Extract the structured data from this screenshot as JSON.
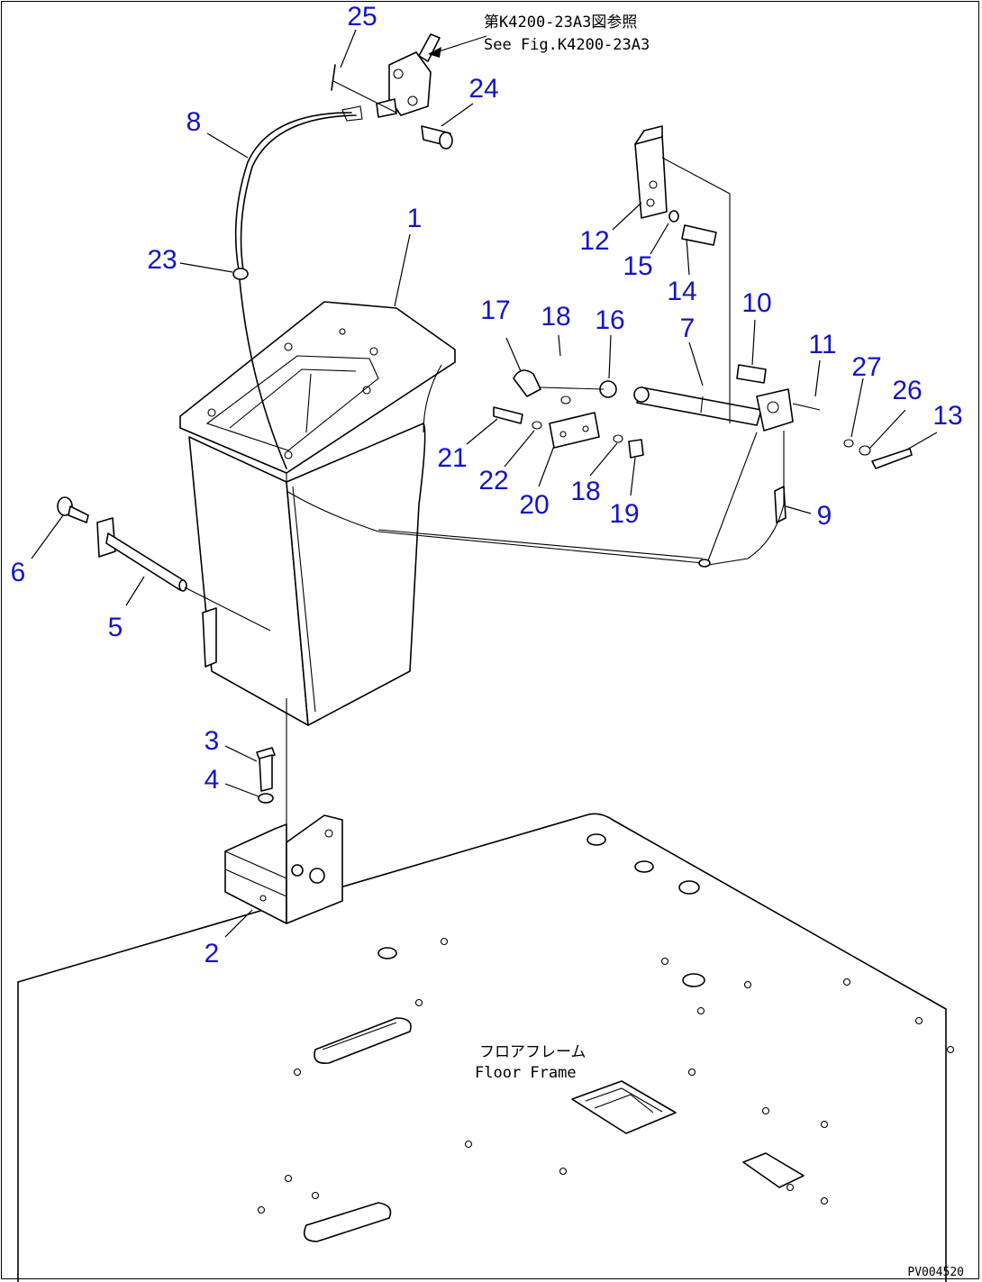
{
  "diagram": {
    "reference_note": {
      "line1": "第K4200-23A3図参照",
      "line2": "See Fig.K4200-23A3"
    },
    "floor_label": {
      "line1": "フロアフレーム",
      "line2": "Floor Frame"
    },
    "drawing_code": "PV004520",
    "callouts": [
      {
        "id": "c25",
        "label": "25"
      },
      {
        "id": "c24",
        "label": "24"
      },
      {
        "id": "c8",
        "label": "8"
      },
      {
        "id": "c23",
        "label": "23"
      },
      {
        "id": "c1",
        "label": "1"
      },
      {
        "id": "c12",
        "label": "12"
      },
      {
        "id": "c15",
        "label": "15"
      },
      {
        "id": "c14",
        "label": "14"
      },
      {
        "id": "c17",
        "label": "17"
      },
      {
        "id": "c18a",
        "label": "18"
      },
      {
        "id": "c16",
        "label": "16"
      },
      {
        "id": "c7",
        "label": "7"
      },
      {
        "id": "c10",
        "label": "10"
      },
      {
        "id": "c11",
        "label": "11"
      },
      {
        "id": "c27",
        "label": "27"
      },
      {
        "id": "c26",
        "label": "26"
      },
      {
        "id": "c13",
        "label": "13"
      },
      {
        "id": "c21",
        "label": "21"
      },
      {
        "id": "c22",
        "label": "22"
      },
      {
        "id": "c20",
        "label": "20"
      },
      {
        "id": "c18b",
        "label": "18"
      },
      {
        "id": "c19",
        "label": "19"
      },
      {
        "id": "c9",
        "label": "9"
      },
      {
        "id": "c6",
        "label": "6"
      },
      {
        "id": "c5",
        "label": "5"
      },
      {
        "id": "c3",
        "label": "3"
      },
      {
        "id": "c4",
        "label": "4"
      },
      {
        "id": "c2",
        "label": "2"
      }
    ]
  }
}
